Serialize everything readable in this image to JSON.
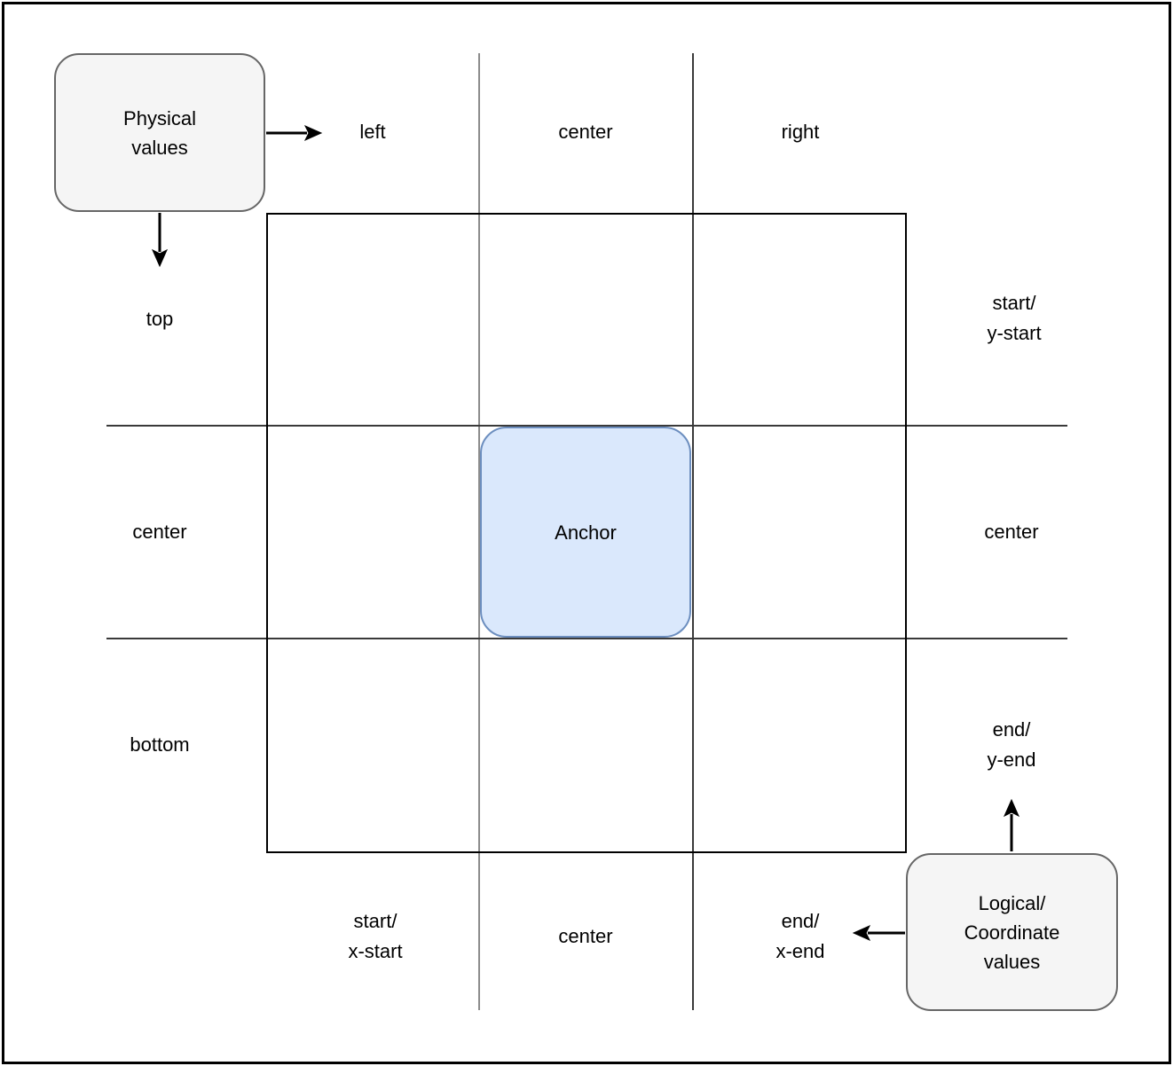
{
  "boxes": {
    "physical": "Physical\nvalues",
    "anchor": "Anchor",
    "logical": "Logical/\nCoordinate\nvalues"
  },
  "labels": {
    "top": [
      "left",
      "center",
      "right"
    ],
    "left": [
      "top",
      "center",
      "bottom"
    ],
    "right": [
      "start/\ny-start",
      "center",
      "end/\ny-end"
    ],
    "bottom": [
      "start/\nx-start",
      "center",
      "end/\nx-end"
    ]
  },
  "colors": {
    "anchor_fill": "#dae8fc",
    "anchor_border": "#6c8ebf",
    "node_fill": "#f5f5f5",
    "node_border": "#666666",
    "grid_dark": "#3a3a3a",
    "grid_gray": "#8c8c8c",
    "arrow": "#000000"
  }
}
